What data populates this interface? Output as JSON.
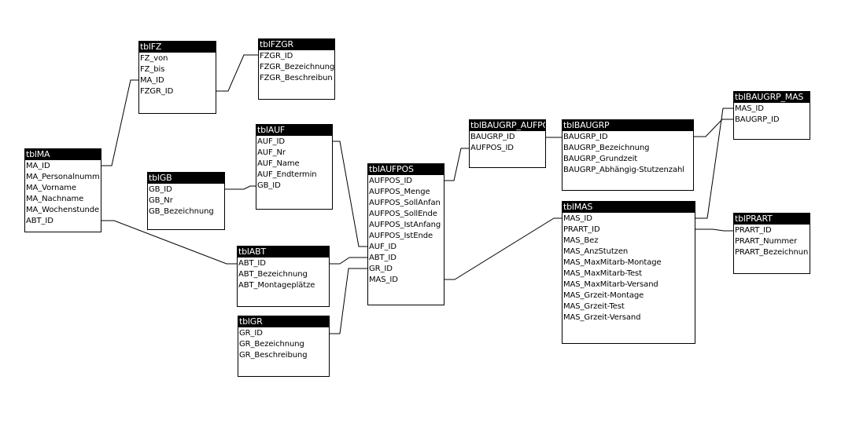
{
  "tables": [
    {
      "id": "tblMA",
      "title": "tblMA",
      "fields": [
        "MA_ID",
        "MA_Personalnumm",
        "MA_Vorname",
        "MA_Nachname",
        "MA_Wochenstunde",
        "ABT_ID"
      ]
    },
    {
      "id": "tblFZ",
      "title": "tblFZ",
      "fields": [
        "FZ_von",
        "FZ_bis",
        "MA_ID",
        "FZGR_ID"
      ]
    },
    {
      "id": "tblFZGR",
      "title": "tblFZGR",
      "fields": [
        "FZGR_ID",
        "FZGR_Bezeichnung",
        "FZGR_Beschreibun"
      ]
    },
    {
      "id": "tblAUF",
      "title": "tblAUF",
      "fields": [
        "AUF_ID",
        "AUF_Nr",
        "AUF_Name",
        "AUF_Endtermin",
        "GB_ID"
      ]
    },
    {
      "id": "tblGB",
      "title": "tblGB",
      "fields": [
        "GB_ID",
        "GB_Nr",
        "GB_Bezeichnung"
      ]
    },
    {
      "id": "tblABT",
      "title": "tblABT",
      "fields": [
        "ABT_ID",
        "ABT_Bezeichnung",
        "ABT_Montageplätze"
      ]
    },
    {
      "id": "tblGR",
      "title": "tblGR",
      "fields": [
        "GR_ID",
        "GR_Bezeichnung",
        "GR_Beschreibung"
      ]
    },
    {
      "id": "tblAUFPOS",
      "title": "tblAUFPOS",
      "fields": [
        "AUFPOS_ID",
        "AUFPOS_Menge",
        "AUFPOS_SollAnfan",
        "AUFPOS_SollEnde",
        "AUFPOS_IstAnfang",
        "AUFPOS_IstEnde",
        "AUF_ID",
        "ABT_ID",
        "GR_ID",
        "MAS_ID"
      ]
    },
    {
      "id": "tblBAUGRP_AUFPOS",
      "title": "tblBAUGRP_AUFPO",
      "fields": [
        "BAUGRP_ID",
        "AUFPOS_ID"
      ]
    },
    {
      "id": "tblBAUGRP",
      "title": "tblBAUGRP",
      "fields": [
        "BAUGRP_ID",
        "BAUGRP_Bezeichnung",
        "BAUGRP_Grundzeit",
        "BAUGRP_Abhängig-Stutzenzahl"
      ]
    },
    {
      "id": "tblMAS",
      "title": "tblMAS",
      "fields": [
        "MAS_ID",
        "PRART_ID",
        "MAS_Bez",
        "MAS_AnzStutzen",
        "MAS_MaxMitarb-Montage",
        "MAS_MaxMitarb-Test",
        "MAS_MaxMitarb-Versand",
        "MAS_Grzeit-Montage",
        "MAS_Grzeit-Test",
        "MAS_Grzeit-Versand"
      ]
    },
    {
      "id": "tblBAUGRP_MAS",
      "title": "tblBAUGRP_MAS",
      "fields": [
        "MAS_ID",
        "BAUGRP_ID"
      ]
    },
    {
      "id": "tblPRART",
      "title": "tblPRART",
      "fields": [
        "PRART_ID",
        "PRART_Nummer",
        "PRART_Bezeichnun"
      ]
    }
  ],
  "relationships": [
    {
      "from": "tblMA.MA_ID",
      "to": "tblFZ.MA_ID"
    },
    {
      "from": "tblFZ.FZGR_ID",
      "to": "tblFZGR.FZGR_ID"
    },
    {
      "from": "tblMA.ABT_ID",
      "to": "tblABT.ABT_ID"
    },
    {
      "from": "tblGB.GB_ID",
      "to": "tblAUF.GB_ID"
    },
    {
      "from": "tblAUF.AUF_ID",
      "to": "tblAUFPOS.AUF_ID"
    },
    {
      "from": "tblABT.ABT_ID",
      "to": "tblAUFPOS.ABT_ID"
    },
    {
      "from": "tblGR.GR_ID",
      "to": "tblAUFPOS.GR_ID"
    },
    {
      "from": "tblAUFPOS.AUFPOS_ID",
      "to": "tblBAUGRP_AUFPOS.AUFPOS_ID"
    },
    {
      "from": "tblAUFPOS.MAS_ID",
      "to": "tblMAS.MAS_ID"
    },
    {
      "from": "tblBAUGRP_AUFPOS.BAUGRP_ID",
      "to": "tblBAUGRP.BAUGRP_ID"
    },
    {
      "from": "tblBAUGRP.BAUGRP_ID",
      "to": "tblBAUGRP_MAS.BAUGRP_ID"
    },
    {
      "from": "tblMAS.MAS_ID",
      "to": "tblBAUGRP_MAS.MAS_ID"
    },
    {
      "from": "tblMAS.PRART_ID",
      "to": "tblPRART.PRART_ID"
    }
  ]
}
